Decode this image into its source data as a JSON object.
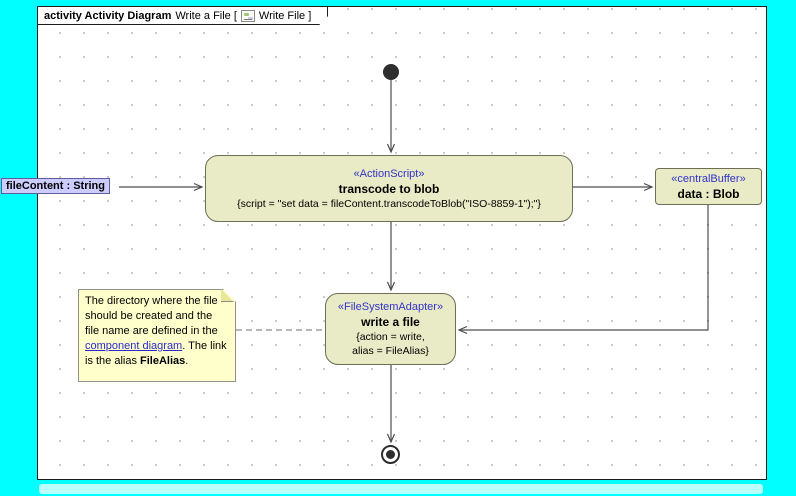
{
  "header": {
    "kind": "activity Activity Diagram",
    "name": "Write a File [",
    "ref": "Write File ]"
  },
  "nodes": {
    "transcode": {
      "stereotype": "«ActionScript»",
      "name": "transcode to blob",
      "body": "{script = \"set data = fileContent.transcodeToBlob(\"ISO-8859-1\");\"}"
    },
    "buffer": {
      "stereotype": "«centralBuffer»",
      "name": "data : Blob"
    },
    "write": {
      "stereotype": "«FileSystemAdapter»",
      "name": "write a file",
      "body_line1": "{action = write,",
      "body_line2": "alias = FileAlias}"
    }
  },
  "pin_label": "fileContent : String",
  "note": {
    "text_before_link": "The directory where the file should be created and the file name are defined in the ",
    "link": "component diagram",
    "text_mid": ". The link is the alias ",
    "bold": "FileAlias",
    "text_end": "."
  },
  "colors": {
    "canvas_bg": "#00ffff",
    "node_fill": "#e9eac6",
    "node_border": "#6e6e57",
    "stereotype_text": "#3333cc",
    "note_fill": "#ffffcc",
    "pin_label_fill": "#ccccff",
    "connector": "#4d4d4d",
    "link_text": "#2a2ad0"
  }
}
